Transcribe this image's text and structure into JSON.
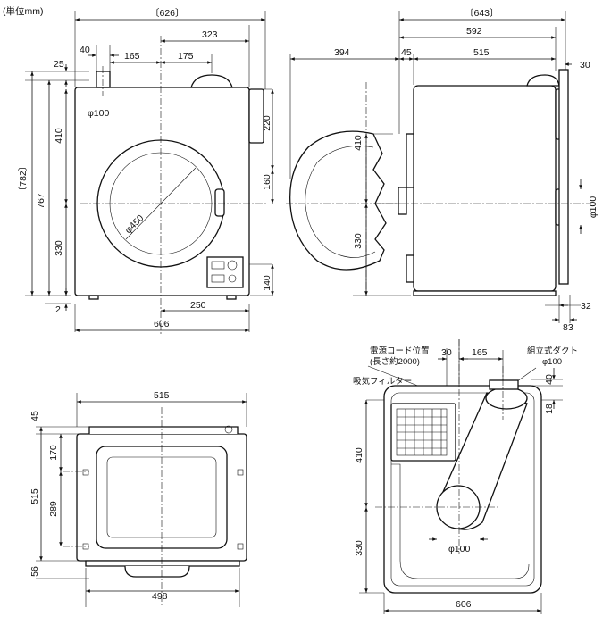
{
  "unit_label": "(単位mm)",
  "front": {
    "width_bracket": "〔626〕",
    "w323": "323",
    "w40": "40",
    "w165": "165",
    "w175": "175",
    "h25": "25",
    "h410": "410",
    "h782": "〔782〕",
    "h767": "767",
    "h330": "330",
    "h2": "2",
    "d100": "φ100",
    "d450": "φ450",
    "r220": "220",
    "r160": "160",
    "r140": "140",
    "w250": "250",
    "w606": "606"
  },
  "side": {
    "depth_bracket": "〔643〕",
    "d592": "592",
    "d394": "394",
    "d45": "45",
    "d515": "515",
    "d30": "30",
    "h410": "410",
    "h330": "330",
    "d100": "φ100",
    "d32": "32",
    "d83": "83"
  },
  "top": {
    "w515": "515",
    "h45": "45",
    "h170": "170",
    "h515": "515",
    "h289": "289",
    "h56": "56",
    "w498": "498"
  },
  "bottom": {
    "cord_label": "電源コード位置",
    "cord_sub": "(長さ約2000)",
    "filter_label": "吸気フィルター",
    "duct_label": "組立式ダクト",
    "duct_dia": "φ100",
    "w30": "30",
    "w165": "165",
    "h40": "40",
    "h18": "18",
    "h410": "410",
    "h330": "330",
    "d100": "φ100",
    "w606": "606"
  }
}
